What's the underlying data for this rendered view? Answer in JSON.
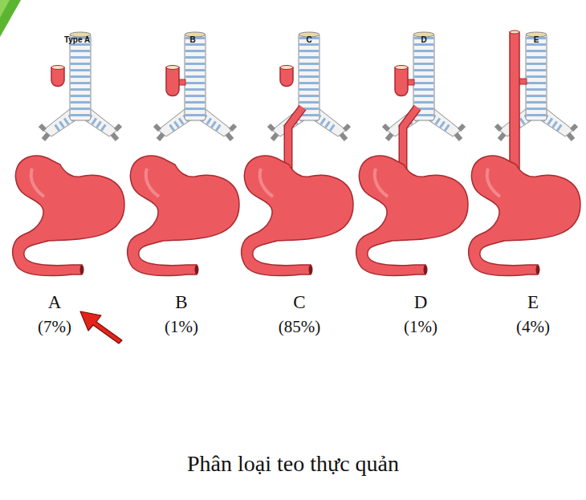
{
  "diagram": {
    "caption": "Phân loại teo thực quản",
    "labels": [
      "Type A",
      "B",
      "C",
      "D",
      "E",
      "A",
      "(7%)",
      "B",
      "(1%)",
      "C",
      "(85%)",
      "D",
      "(1%)",
      "E",
      "(4%)"
    ]
  }
}
